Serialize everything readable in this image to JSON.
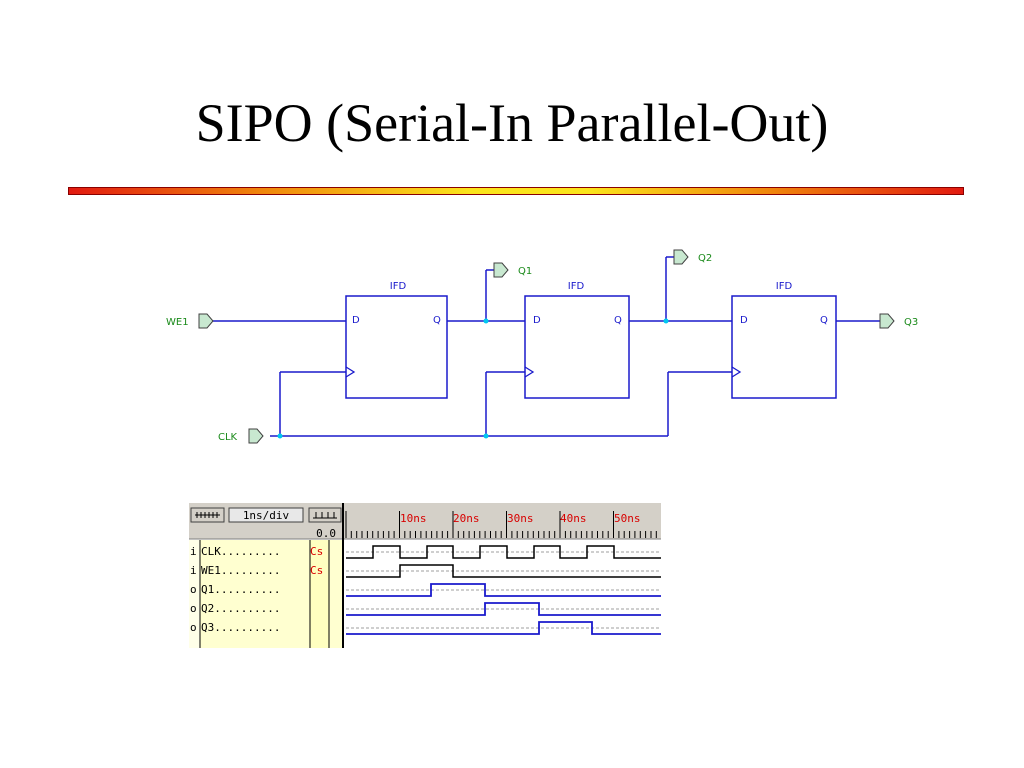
{
  "slide": {
    "title": "SIPO (Serial-In Parallel-Out)"
  },
  "schematic": {
    "flipflops": [
      {
        "type": "IFD",
        "d": "D",
        "q": "Q"
      },
      {
        "type": "IFD",
        "d": "D",
        "q": "Q"
      },
      {
        "type": "IFD",
        "d": "D",
        "q": "Q"
      }
    ],
    "ports": {
      "we1": "WE1",
      "clk": "CLK",
      "q1": "Q1",
      "q2": "Q2",
      "q3": "Q3"
    },
    "colors": {
      "wire": "#1a1acc",
      "port_text": "#1a8a1a",
      "node": "#00c8f0"
    }
  },
  "waveform": {
    "toolbar": {
      "zoom": "1ns/div",
      "cursor_value": "0.0"
    },
    "time_marks": [
      "10ns",
      "20ns",
      "30ns",
      "40ns",
      "50ns"
    ],
    "signals": [
      {
        "dir": "i",
        "name": "CLK",
        "label": "CLK.........",
        "stim": "Cs"
      },
      {
        "dir": "i",
        "name": "WE1",
        "label": "WE1.........",
        "stim": "Cs"
      },
      {
        "dir": "o",
        "name": "Q1",
        "label": "Q1..........",
        "stim": ""
      },
      {
        "dir": "o",
        "name": "Q2",
        "label": "Q2..........",
        "stim": ""
      },
      {
        "dir": "o",
        "name": "Q3",
        "label": "Q3..........",
        "stim": ""
      }
    ],
    "colors": {
      "input_wave": "#000000",
      "output_wave": "#1a1acc",
      "stim_text": "#d80000",
      "time_text": "#d80000"
    }
  }
}
